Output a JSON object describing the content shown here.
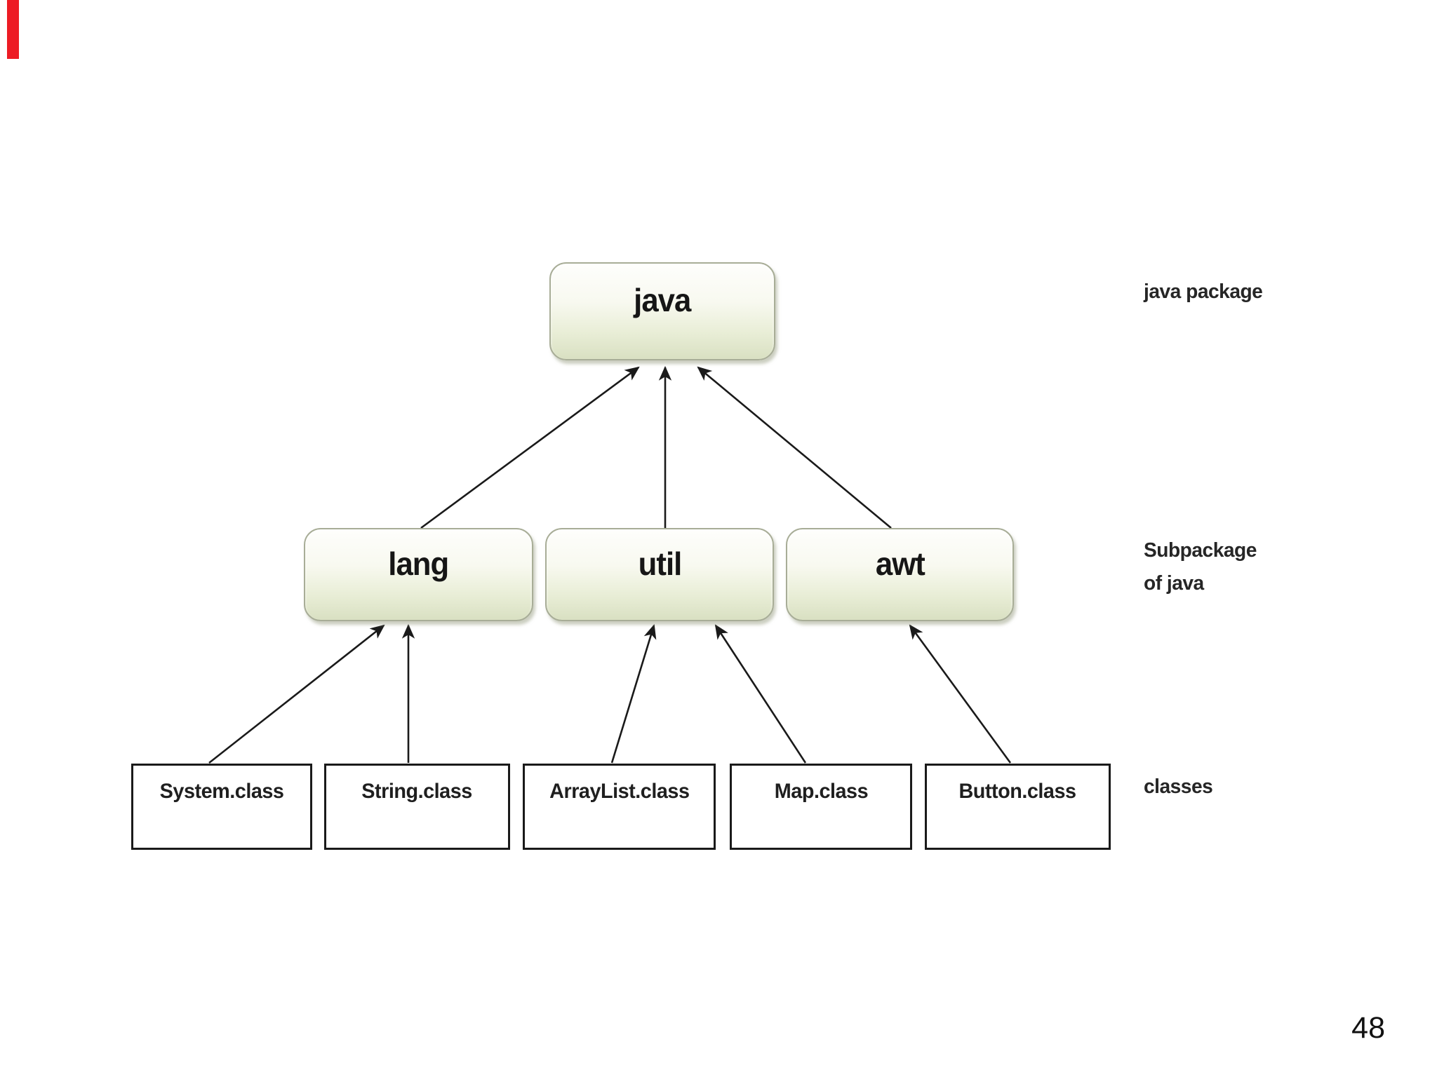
{
  "slide": {
    "page_number": "48",
    "background": "#ffffff",
    "red_marker_color": "#ed1b24"
  },
  "diagram": {
    "nodes": {
      "java": "java",
      "lang": "lang",
      "util": "util",
      "awt": "awt"
    },
    "class_boxes": [
      {
        "label": "System.class"
      },
      {
        "label": "String.class"
      },
      {
        "label": "ArrayList.class"
      },
      {
        "label": "Map.class"
      },
      {
        "label": "Button.class"
      }
    ],
    "annotations": {
      "top": "java package",
      "middle_line1": "Subpackage",
      "middle_line2": "of java",
      "bottom": "classes"
    },
    "colors": {
      "node_fill_top": "#fefefc",
      "node_fill_bottom": "#d9e0c2",
      "node_border": "#a8ad97",
      "class_box_border": "#1a1a1a",
      "arrow": "#1a1a1a",
      "text": "#1a1a1a"
    },
    "edges": [
      {
        "from": "lang",
        "to": "java"
      },
      {
        "from": "util",
        "to": "java"
      },
      {
        "from": "awt",
        "to": "java"
      },
      {
        "from": "System.class",
        "to": "lang"
      },
      {
        "from": "String.class",
        "to": "lang"
      },
      {
        "from": "ArrayList.class",
        "to": "util"
      },
      {
        "from": "Map.class",
        "to": "util"
      },
      {
        "from": "Button.class",
        "to": "awt"
      }
    ]
  }
}
